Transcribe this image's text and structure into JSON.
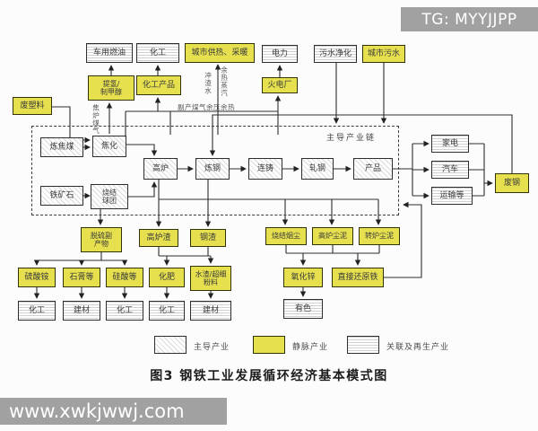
{
  "banners": {
    "tg": "TG: MYYJJPP",
    "watermark": "www.xwkjwwj.com"
  },
  "caption": "图3  钢铁工业发展循环经济基本模式图",
  "chain_label": "主导产业链",
  "colors": {
    "venous_yellow": "#e6e04f",
    "banner_gray": "#a1a1a1",
    "line": "#2e2e2e"
  },
  "flow_labels": {
    "coke_oven_gas": "焦炉煤气",
    "slag_flush_water": "冲渣水",
    "waste_heat_steam": "余热蒸汽",
    "byproduct_gas": "副产煤气余压余热"
  },
  "legend": {
    "items": [
      {
        "label": "主导产业"
      },
      {
        "label": "静脉产业"
      },
      {
        "label": "关联及再生产业"
      }
    ]
  },
  "nodes": {
    "vehicle_fuel": {
      "label": "车用燃油"
    },
    "chem_industry_top": {
      "label": "化工"
    },
    "city_heating": {
      "label": "城市供热、采暖"
    },
    "power": {
      "label": "电力"
    },
    "sewage_purification": {
      "label": "污水净化"
    },
    "city_sewage": {
      "label": "城市污水"
    },
    "hydrogen_methanol": {
      "label": "提氢/\n制甲醇"
    },
    "chem_products": {
      "label": "化工产品"
    },
    "thermal_plant": {
      "label": "火电厂"
    },
    "waste_plastic": {
      "label": "废塑料"
    },
    "coking_coal": {
      "label": "炼焦煤"
    },
    "coking": {
      "label": "焦化"
    },
    "iron_ore": {
      "label": "铁矿石"
    },
    "sintering": {
      "label": "烧结\n球团"
    },
    "blast_furnace": {
      "label": "高炉"
    },
    "steelmaking": {
      "label": "炼钢"
    },
    "casting": {
      "label": "连铸"
    },
    "rolling": {
      "label": "轧钢"
    },
    "products": {
      "label": "产品"
    },
    "appliances": {
      "label": "家电"
    },
    "automobiles": {
      "label": "汽车"
    },
    "transport": {
      "label": "运输等"
    },
    "scrap_steel": {
      "label": "废钢"
    },
    "desulf_byproduct": {
      "label": "脱硫副\n产物"
    },
    "bf_slag": {
      "label": "高炉渣"
    },
    "steel_slag": {
      "label": "钢渣"
    },
    "sinter_dust": {
      "label": "烧结烟尘"
    },
    "bf_dust": {
      "label": "高炉尘泥"
    },
    "converter_dust": {
      "label": "转炉尘泥"
    },
    "ammonium_sulfate": {
      "label": "硫酸铵"
    },
    "gypsum": {
      "label": "石膏等"
    },
    "silicate": {
      "label": "硅酸等"
    },
    "fertilizer": {
      "label": "化肥"
    },
    "slag_powder": {
      "label": "水渣/超细\n粉料"
    },
    "zinc_oxide": {
      "label": "氧化锌"
    },
    "dri": {
      "label": "直接还原铁"
    },
    "chem_1": {
      "label": "化工"
    },
    "building_mat_1": {
      "label": "建材"
    },
    "chem_2": {
      "label": "化工"
    },
    "chem_3": {
      "label": "化工"
    },
    "building_mat_2": {
      "label": "建材"
    },
    "nonferrous": {
      "label": "有色"
    }
  }
}
